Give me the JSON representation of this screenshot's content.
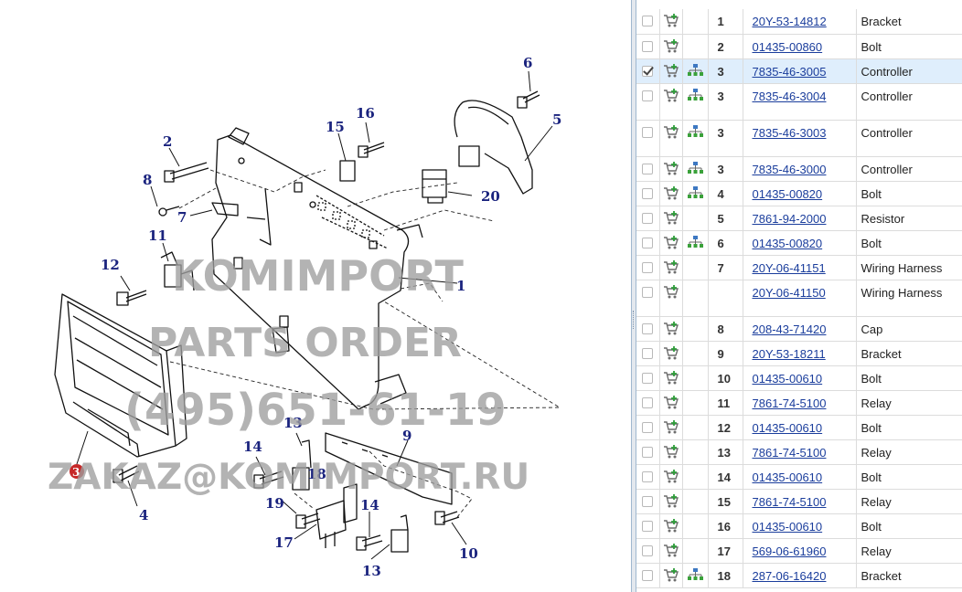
{
  "diagram": {
    "callouts": {
      "c1": "1",
      "c2": "2",
      "c3": "3",
      "c4": "4",
      "c5": "5",
      "c6": "6",
      "c7": "7",
      "c8": "8",
      "c9": "9",
      "c10": "10",
      "c11": "11",
      "c12": "12",
      "c13a": "13",
      "c13b": "13",
      "c14a": "14",
      "c14b": "14",
      "c15": "15",
      "c16": "16",
      "c17": "17",
      "c18": "18",
      "c19": "19",
      "c20": "20"
    },
    "watermark": {
      "company": "KOMIMPORT",
      "line2": "PARTS ORDER",
      "phone": "(495)651-61-19",
      "email": "ZAKAZ@KOMIMPORT.RU"
    },
    "colors": {
      "callout": "#1a237e",
      "highlight_marker": "#c62828",
      "watermark": "#9e9e9e"
    }
  },
  "parts": {
    "columns": [
      "select",
      "cart",
      "tree",
      "pos",
      "part_number",
      "name"
    ],
    "rows": [
      {
        "checked": false,
        "cart": true,
        "tree": false,
        "pos": "1",
        "part": "20Y-53-14812",
        "name": "Bracket"
      },
      {
        "checked": false,
        "cart": true,
        "tree": false,
        "pos": "2",
        "part": "01435-00860",
        "name": "Bolt"
      },
      {
        "checked": true,
        "cart": true,
        "tree": true,
        "pos": "3",
        "part": "7835-46-3005",
        "name": "Controller"
      },
      {
        "checked": false,
        "cart": true,
        "tree": true,
        "pos": "3",
        "part": "7835-46-3004",
        "name": "Controller"
      },
      {
        "checked": false,
        "cart": true,
        "tree": true,
        "pos": "3",
        "part": "7835-46-3003",
        "name": "Controller"
      },
      {
        "checked": false,
        "cart": true,
        "tree": true,
        "pos": "3",
        "part": "7835-46-3000",
        "name": "Controller"
      },
      {
        "checked": false,
        "cart": true,
        "tree": true,
        "pos": "4",
        "part": "01435-00820",
        "name": "Bolt"
      },
      {
        "checked": false,
        "cart": true,
        "tree": false,
        "pos": "5",
        "part": "7861-94-2000",
        "name": "Resistor"
      },
      {
        "checked": false,
        "cart": true,
        "tree": true,
        "pos": "6",
        "part": "01435-00820",
        "name": "Bolt"
      },
      {
        "checked": false,
        "cart": true,
        "tree": false,
        "pos": "7",
        "part": "20Y-06-41151",
        "name": "Wiring Harness"
      },
      {
        "checked": false,
        "cart": true,
        "tree": false,
        "pos": "",
        "part": "20Y-06-41150",
        "name": "Wiring Harness"
      },
      {
        "checked": false,
        "cart": true,
        "tree": false,
        "pos": "8",
        "part": "208-43-71420",
        "name": "Cap"
      },
      {
        "checked": false,
        "cart": true,
        "tree": false,
        "pos": "9",
        "part": "20Y-53-18211",
        "name": "Bracket"
      },
      {
        "checked": false,
        "cart": true,
        "tree": false,
        "pos": "10",
        "part": "01435-00610",
        "name": "Bolt"
      },
      {
        "checked": false,
        "cart": true,
        "tree": false,
        "pos": "11",
        "part": "7861-74-5100",
        "name": "Relay"
      },
      {
        "checked": false,
        "cart": true,
        "tree": false,
        "pos": "12",
        "part": "01435-00610",
        "name": "Bolt"
      },
      {
        "checked": false,
        "cart": true,
        "tree": false,
        "pos": "13",
        "part": "7861-74-5100",
        "name": "Relay"
      },
      {
        "checked": false,
        "cart": true,
        "tree": false,
        "pos": "14",
        "part": "01435-00610",
        "name": "Bolt"
      },
      {
        "checked": false,
        "cart": true,
        "tree": false,
        "pos": "15",
        "part": "7861-74-5100",
        "name": "Relay"
      },
      {
        "checked": false,
        "cart": true,
        "tree": false,
        "pos": "16",
        "part": "01435-00610",
        "name": "Bolt"
      },
      {
        "checked": false,
        "cart": true,
        "tree": false,
        "pos": "17",
        "part": "569-06-61960",
        "name": "Relay"
      },
      {
        "checked": false,
        "cart": true,
        "tree": true,
        "pos": "18",
        "part": "287-06-16420",
        "name": "Bracket"
      }
    ],
    "icons": {
      "cart": "cart-add-icon",
      "tree": "hierarchy-icon",
      "select": "checkbox"
    }
  }
}
